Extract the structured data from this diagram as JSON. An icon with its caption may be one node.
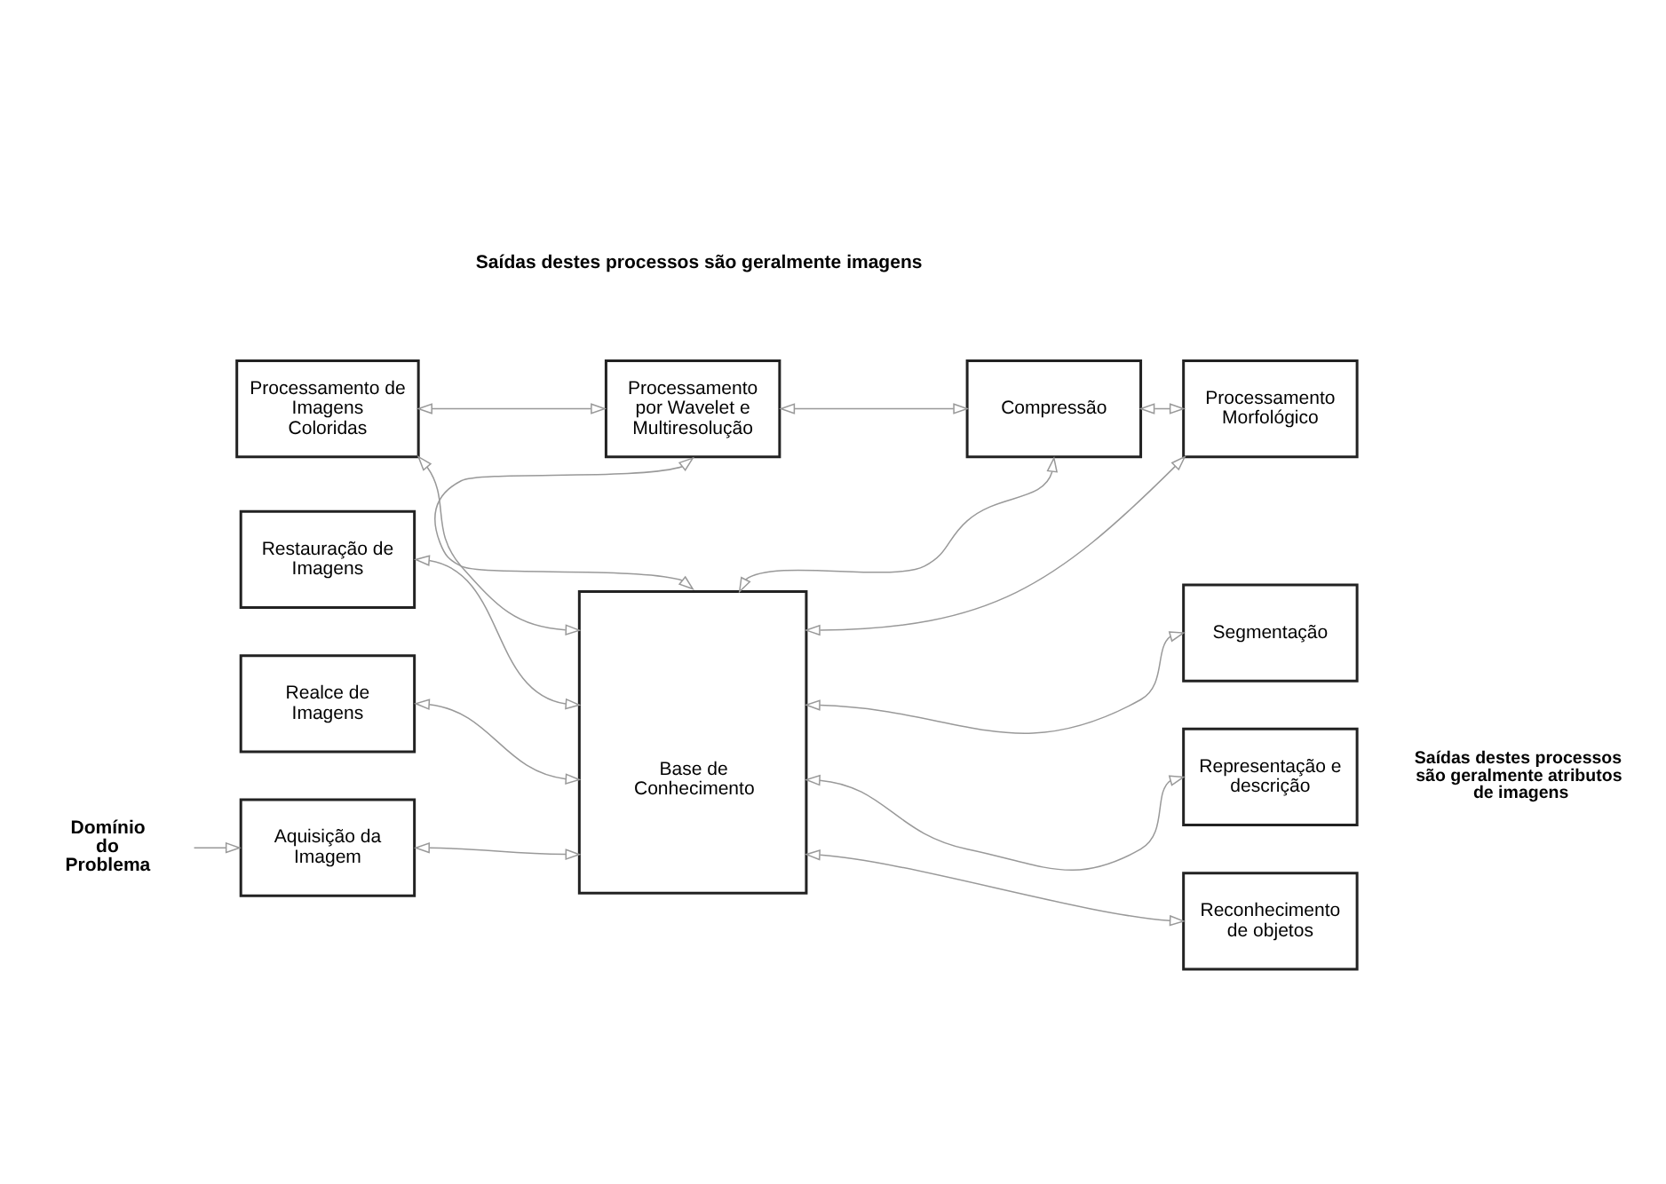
{
  "diagram": {
    "nodes": [
      {
        "text": [
          "Domínio do Problema"
        ]
      },
      {
        "text": [
          "Processamento de Imagens Coloridas"
        ]
      },
      {
        "text": [
          "Processamento por Wavelet e Multiresolução"
        ]
      },
      {
        "text": [
          "Compressão"
        ]
      },
      {
        "text": [
          "Processamento Morfológico"
        ]
      },
      {
        "text": [
          "Restauração de Imagens"
        ]
      },
      {
        "text": [
          "Segmentação"
        ]
      },
      {
        "text": [
          "Realce de Imagens"
        ]
      },
      {
        "text": [
          "Base de Conhecimento"
        ]
      },
      {
        "text": [
          "Representação e descrição"
        ]
      },
      {
        "text": [
          "Aquisição da Imagem"
        ]
      },
      {
        "text": [
          "Reconhecimento de objetos"
        ]
      }
    ],
    "edges": [
      {
        "from": 0,
        "to": 10,
        "arrow": "to"
      },
      {
        "from": 1,
        "to": 2,
        "arrow": "both"
      },
      {
        "from": 2,
        "to": 3,
        "arrow": "both"
      },
      {
        "from": 3,
        "to": 4,
        "arrow": "both"
      },
      {
        "from": 8,
        "to": 1,
        "arrow": "both"
      },
      {
        "from": 8,
        "to": 2,
        "arrow": "both"
      },
      {
        "from": 8,
        "to": 3,
        "arrow": "both"
      },
      {
        "from": 8,
        "to": 4,
        "arrow": "both"
      },
      {
        "from": 8,
        "to": 5,
        "arrow": "both"
      },
      {
        "from": 8,
        "to": 6,
        "arrow": "both"
      },
      {
        "from": 8,
        "to": 7,
        "arrow": "both"
      },
      {
        "from": 8,
        "to": 9,
        "arrow": "both"
      },
      {
        "from": 8,
        "to": 10,
        "arrow": "both"
      },
      {
        "from": 8,
        "to": 11,
        "arrow": "both"
      }
    ],
    "labels": [
      "Saídas destes processos são geralmente imagens",
      "Saídas destes processos são geralmente atributos de imagens"
    ]
  }
}
